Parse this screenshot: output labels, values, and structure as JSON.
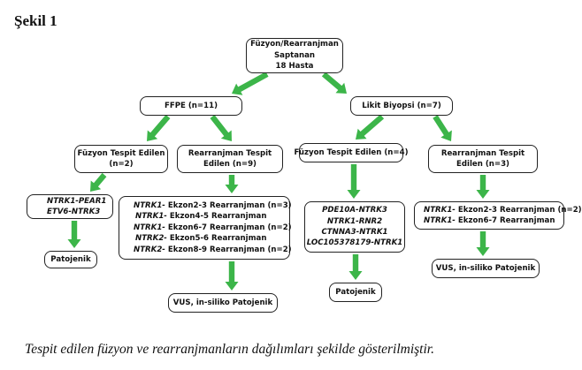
{
  "figure_label": "Şekil 1",
  "caption": "Tespit edilen füzyon ve rearranjmanların dağılımları şekilde gösterilmiştir.",
  "colors": {
    "arrow": "#3cb549",
    "border": "#222222"
  },
  "root": {
    "lines": [
      "Füzyon/Rearranjman",
      "Saptanan",
      "18 Hasta"
    ]
  },
  "ffpe": {
    "label": "FFPE (n=11)"
  },
  "liquid": {
    "label": "Likit Biyopsi (n=7)"
  },
  "ffpe_fusion": {
    "lines": [
      "Füzyon Tespit Edilen",
      "(n=2)"
    ]
  },
  "ffpe_rearr": {
    "lines": [
      "Rearranjman Tespit",
      "Edilen (n=9)"
    ]
  },
  "liquid_fusion": {
    "label": "Füzyon Tespit Edilen (n=4)"
  },
  "liquid_rearr": {
    "lines": [
      "Rearranjman Tespit",
      "Edilen (n=3)"
    ]
  },
  "ffpe_fusion_list": [
    {
      "gene": "NTRK1-PEAR1",
      "rest": ""
    },
    {
      "gene": "ETV6-NTRK3",
      "rest": ""
    }
  ],
  "ffpe_rearr_list": [
    {
      "gene": "NTRK1-",
      "rest": " Ekzon2-3 Rearranjman (n=3)"
    },
    {
      "gene": "NTRK1-",
      "rest": " Ekzon4-5 Rearranjman"
    },
    {
      "gene": "NTRK1-",
      "rest": " Ekzon6-7 Rearranjman (n=2)"
    },
    {
      "gene": "NTRK2-",
      "rest": " Ekzon5-6 Rearranjman"
    },
    {
      "gene": "NTRK2-",
      "rest": " Ekzon8-9 Rearranjman (n=2)"
    }
  ],
  "liquid_fusion_list": [
    {
      "gene": "PDE10A-NTRK3",
      "rest": ""
    },
    {
      "gene": "NTRK1-RNR2",
      "rest": ""
    },
    {
      "gene": "CTNNA3-NTRK1",
      "rest": ""
    },
    {
      "gene": "LOC105378179-NTRK1",
      "rest": ""
    }
  ],
  "liquid_rearr_list": [
    {
      "gene": "NTRK1-",
      "rest": " Ekzon2-3 Rearranjman (n=2)"
    },
    {
      "gene": "NTRK1-",
      "rest": " Ekzon6-7 Rearranjman"
    }
  ],
  "out_ffpe_fusion": {
    "label": "Patojenik"
  },
  "out_ffpe_rearr": {
    "label": "VUS, in-siliko Patojenik"
  },
  "out_liquid_fusion": {
    "label": "Patojenik"
  },
  "out_liquid_rearr": {
    "label": "VUS, in-siliko Patojenik"
  }
}
